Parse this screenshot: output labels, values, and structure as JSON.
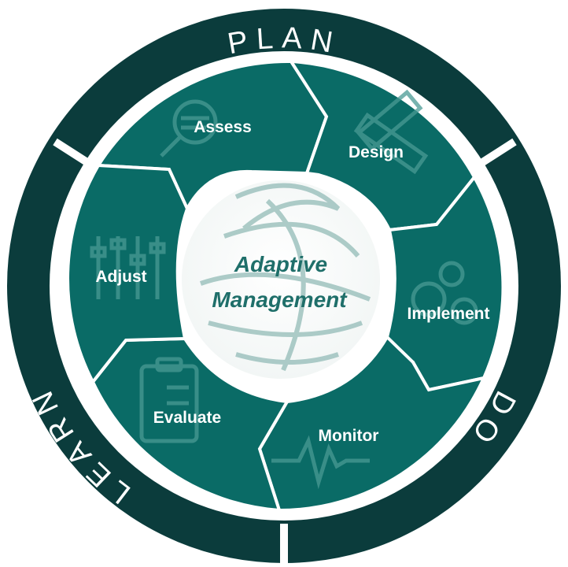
{
  "colors": {
    "outer_ring": "#0b3c3c",
    "segment": "#0a6b66",
    "segment_alt": "#0d7570",
    "center_text": "#1f6f6a",
    "globe_swirl": "#9fc3bf",
    "icon_faint": "#4a9a94",
    "background": "#ffffff"
  },
  "phases": {
    "plan": "PLAN",
    "do": "DO",
    "learn": "LEARN"
  },
  "segments": [
    {
      "label": "Assess",
      "icon": "magnifier-icon"
    },
    {
      "label": "Design",
      "icon": "ruler-pencil-icon"
    },
    {
      "label": "Implement",
      "icon": "gears-icon"
    },
    {
      "label": "Monitor",
      "icon": "heartbeat-icon"
    },
    {
      "label": "Evaluate",
      "icon": "clipboard-checklist-icon"
    },
    {
      "label": "Adjust",
      "icon": "sliders-icon"
    }
  ],
  "center": {
    "line1": "Adaptive",
    "line2": "Management"
  }
}
